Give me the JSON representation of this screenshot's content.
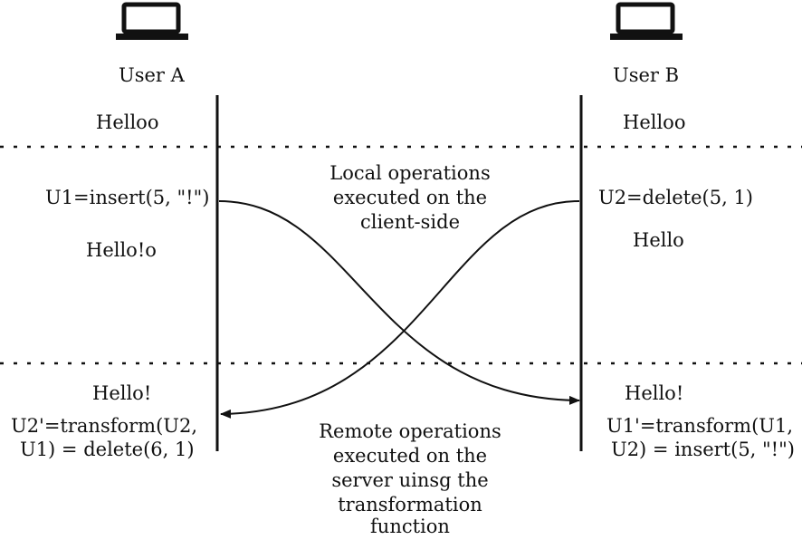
{
  "user_a": {
    "icon": "laptop-icon",
    "name": "User A",
    "initial_text": "Helloo",
    "local_op": "U1=insert(5, \"!\")",
    "after_local": "Hello!o",
    "final_text": "Hello!",
    "remote_op_line1": "U2'=transform(U2,",
    "remote_op_line2": "U1) = delete(6, 1)"
  },
  "user_b": {
    "icon": "laptop-icon",
    "name": "User B",
    "initial_text": "Helloo",
    "local_op": "U2=delete(5, 1)",
    "after_local": "Hello",
    "final_text": "Hello!",
    "remote_op_line1": "U1'=transform(U1,",
    "remote_op_line2": "U2) = insert(5, \"!\")"
  },
  "annotations": {
    "local_line1": "Local operations",
    "local_line2": "executed on the",
    "local_line3": "client-side",
    "remote_line1": "Remote operations",
    "remote_line2": "executed on the",
    "remote_line3": "server uinsg the",
    "remote_line4": "transformation",
    "remote_line5": "function"
  },
  "colors": {
    "ink": "#111111",
    "background": "#ffffff"
  }
}
